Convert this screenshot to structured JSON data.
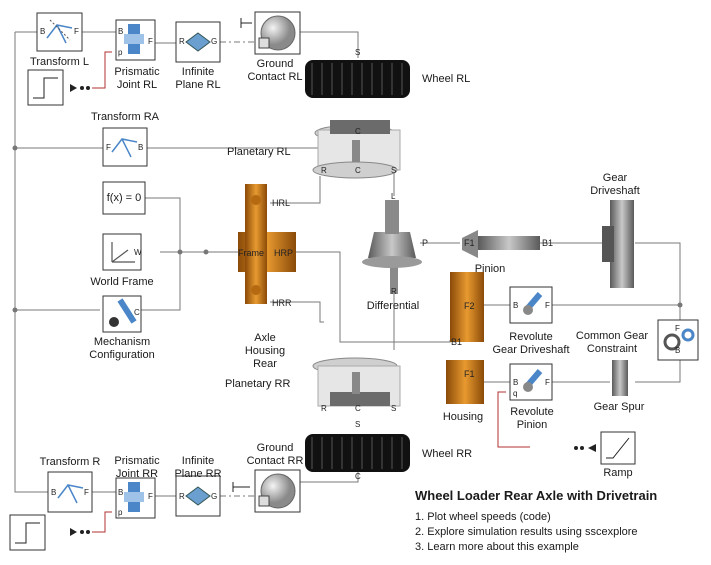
{
  "blocks": {
    "transform_l": "Transform L",
    "prismatic_rl": "Prismatic\nJoint RL",
    "infinite_rl": "Infinite\nPlane RL",
    "ground_rl": "Ground\nContact RL",
    "wheel_rl": "Wheel RL",
    "transform_ra": "Transform RA",
    "planetary_rl": "Planetary RL",
    "fx": "f(x) = 0",
    "world": "World Frame",
    "mech": "Mechanism\nConfiguration",
    "axle": "Axle\nHousing\nRear",
    "differential": "Differential",
    "pinion": "Pinion",
    "gear_driveshaft": "Gear\nDriveshaft",
    "rev_gear_driveshaft": "Revolute\nGear Driveshaft",
    "common_gear": "Common Gear\nConstraint",
    "housing": "Housing",
    "rev_pinion": "Revolute\nPinion",
    "gear_spur": "Gear Spur",
    "ramp": "Ramp",
    "planetary_rr": "Planetary RR",
    "wheel_rr": "Wheel RR",
    "transform_r": "Transform R",
    "prismatic_rr": "Prismatic\nJoint RR",
    "infinite_rr": "Infinite\nPlane RR",
    "ground_rr": "Ground\nContact RR"
  },
  "ports": {
    "b": "B",
    "f": "F",
    "p": "P",
    "r": "R",
    "g": "G",
    "w": "W",
    "c": "C",
    "s": "S",
    "l": "L",
    "hrl": "HRL",
    "frame": "Frame",
    "hrp": "HRP",
    "hrr": "HRR",
    "f1": "F1",
    "b1": "B1",
    "f2": "F2",
    "q": "q",
    "p_lower": "p"
  },
  "title": "Wheel Loader Rear Axle with Drivetrain",
  "links": [
    "1. Plot wheel speeds (code)",
    "2. Explore simulation results using sscexplore",
    "3. Learn more about this example"
  ],
  "colors": {
    "orange": "#c87818",
    "wheel": "#111111",
    "line": "#7a7a7a",
    "signal": "#b03030",
    "block_blue": "#4a86c8"
  }
}
